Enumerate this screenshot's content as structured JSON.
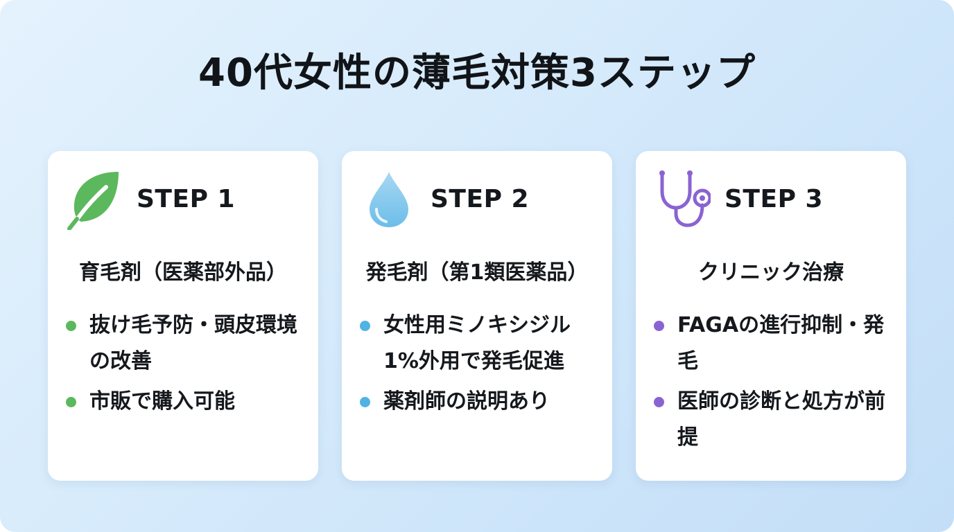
{
  "title": "40代女性の薄毛対策3ステップ",
  "cards": [
    {
      "icon": "leaf-icon",
      "color": "#5cb85c",
      "step": "STEP 1",
      "subtitle": "育毛剤（医薬部外品）",
      "bullets": [
        "抜け毛予防・頭皮環境の改善",
        "市販で購入可能"
      ]
    },
    {
      "icon": "water-drop-icon",
      "color": "#4fb3e3",
      "step": "STEP 2",
      "subtitle": "発毛剤（第1類医薬品）",
      "bullets": [
        "女性用ミノキシジル1%外用で発毛促進",
        "薬剤師の説明あり"
      ]
    },
    {
      "icon": "stethoscope-icon",
      "color": "#8a63d2",
      "step": "STEP 3",
      "subtitle": "クリニック治療",
      "bullets": [
        "FAGAの進行抑制・発毛",
        "医師の診断と処方が前提"
      ]
    }
  ]
}
